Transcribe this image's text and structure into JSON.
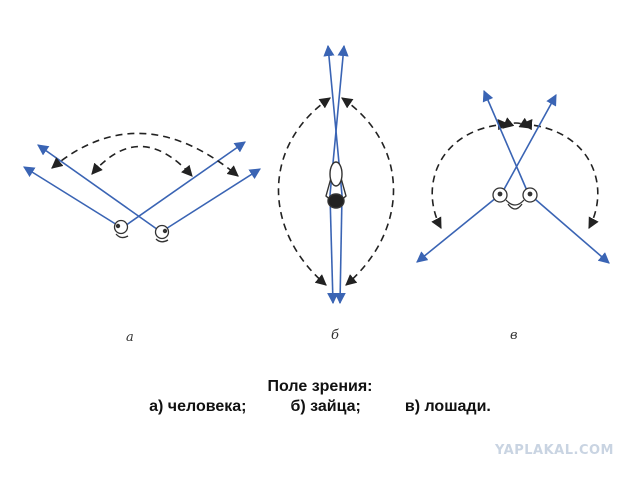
{
  "panels": [
    {
      "id": "a",
      "label": "а"
    },
    {
      "id": "b",
      "label": "б"
    },
    {
      "id": "v",
      "label": "в"
    }
  ],
  "caption": {
    "title": "Поле зрения:",
    "items": [
      "а) человека;",
      "б) зайца;",
      "в) лошади."
    ]
  },
  "watermark": "YAPLAKAL.COM",
  "colors": {
    "ray": "#3a64b4",
    "arc": "#222222",
    "eye": "#333333"
  }
}
